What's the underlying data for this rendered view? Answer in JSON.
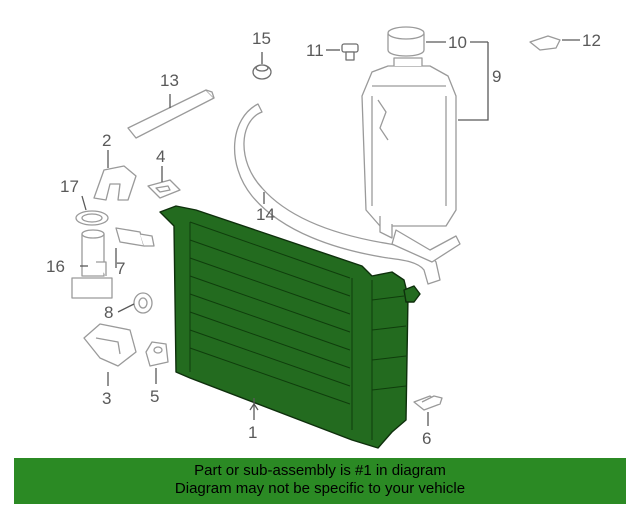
{
  "callouts": {
    "c1": "1",
    "c2": "2",
    "c3": "3",
    "c4": "4",
    "c5": "5",
    "c6": "6",
    "c7": "7",
    "c8": "8",
    "c9": "9",
    "c10": "10",
    "c11": "11",
    "c12": "12",
    "c13": "13",
    "c14": "14",
    "c15": "15",
    "c16": "16",
    "c17": "17"
  },
  "colors": {
    "highlight_part": "#236b1f",
    "banner_background": "#2b8a24",
    "line_art": "#9a9a9a"
  },
  "banner": {
    "line1": "Part or sub-assembly is #1 in diagram",
    "line2": "Diagram may not be specific to your vehicle"
  }
}
